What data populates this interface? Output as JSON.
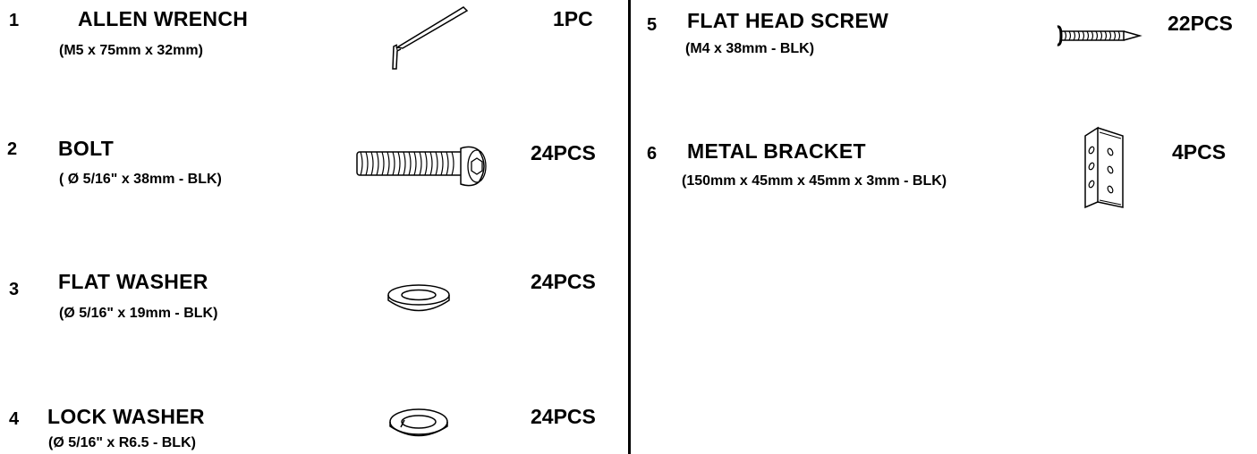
{
  "parts": [
    {
      "number": "1",
      "name": "ALLEN  WRENCH",
      "spec": "(M5 x 75mm x 32mm)",
      "qty": "1PC",
      "icon": "allen-wrench-icon"
    },
    {
      "number": "2",
      "name": "BOLT",
      "spec": "( Ø 5/16\" x 38mm - BLK)",
      "qty": "24PCS",
      "icon": "bolt-icon"
    },
    {
      "number": "3",
      "name": "FLAT  WASHER",
      "spec": "(Ø 5/16\" x 19mm - BLK)",
      "qty": "24PCS",
      "icon": "flat-washer-icon"
    },
    {
      "number": "4",
      "name": "LOCK  WASHER",
      "spec": "(Ø 5/16\" x R6.5 - BLK)",
      "qty": "24PCS",
      "icon": "lock-washer-icon"
    },
    {
      "number": "5",
      "name": "FLAT HEAD SCREW",
      "spec": "(M4 x 38mm - BLK)",
      "qty": "22PCS",
      "icon": "flat-head-screw-icon"
    },
    {
      "number": "6",
      "name": "METAL BRACKET",
      "spec": "(150mm x 45mm x 45mm x 3mm - BLK)",
      "qty": "4PCS",
      "icon": "metal-bracket-icon"
    }
  ]
}
